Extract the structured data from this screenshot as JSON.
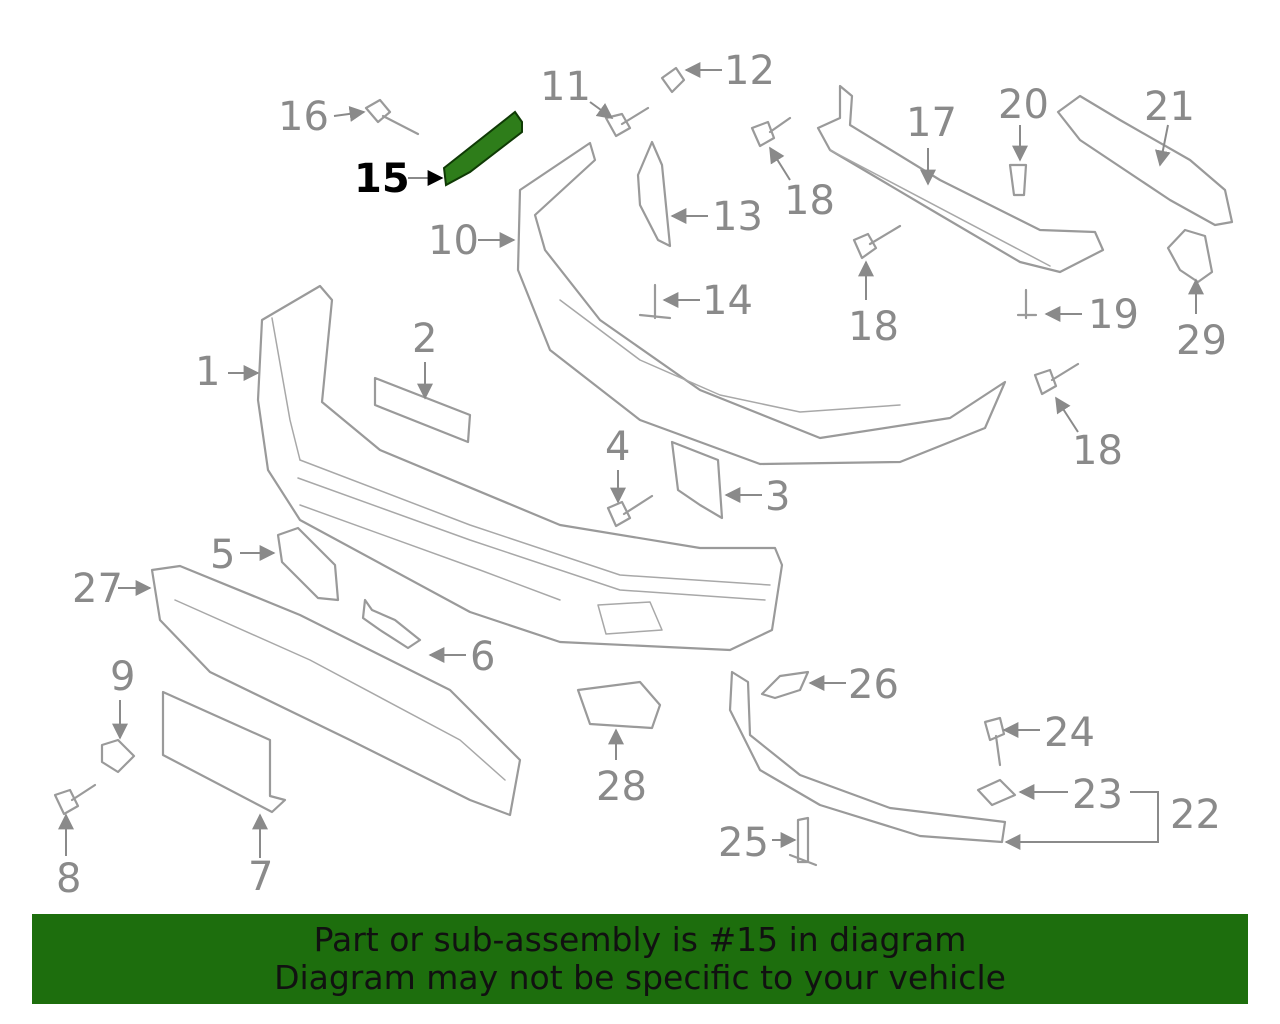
{
  "colors": {
    "highlight": "#2e7d1a",
    "banner_bg": "#1d6e0d",
    "line": "#9a9a9a",
    "callout_text": "#8a8a8a",
    "highlight_text": "#000000"
  },
  "callouts": {
    "c1": "1",
    "c2": "2",
    "c3": "3",
    "c4": "4",
    "c5": "5",
    "c6": "6",
    "c7": "7",
    "c8": "8",
    "c9": "9",
    "c10": "10",
    "c11": "11",
    "c12": "12",
    "c13": "13",
    "c14": "14",
    "c15": "15",
    "c16": "16",
    "c17": "17",
    "c18a": "18",
    "c18b": "18",
    "c18c": "18",
    "c19": "19",
    "c20": "20",
    "c21": "21",
    "c22": "22",
    "c23": "23",
    "c24": "24",
    "c25": "25",
    "c26": "26",
    "c27": "27",
    "c28": "28",
    "c29": "29"
  },
  "highlighted_part": "15",
  "banner": {
    "line1": "Part or sub-assembly is #15 in diagram",
    "line2": "Diagram may not be specific to your vehicle"
  }
}
